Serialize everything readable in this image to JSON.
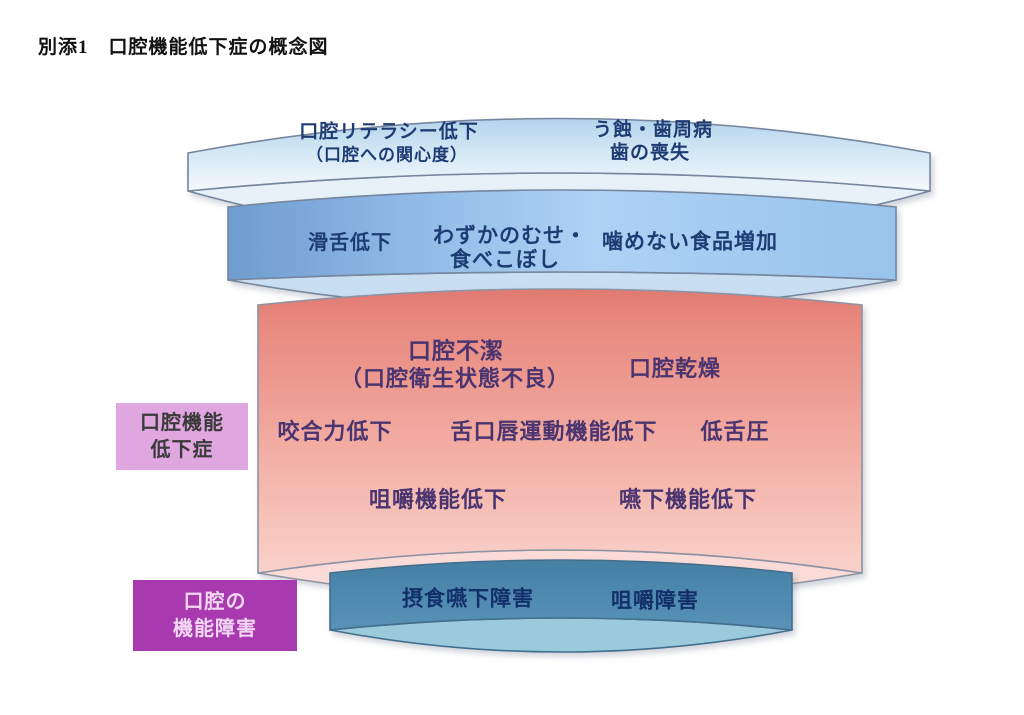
{
  "title": "別添1　口腔機能低下症の概念図",
  "colors": {
    "tier_top_fill": "#cfe4f4",
    "tier_signs_fill": "#8fb9e6",
    "tier_hypofunction_fill": "#ef9d94",
    "tier_disorder_fill": "#4f8bb0",
    "label_hypofunction_bg": "#dfa6e0",
    "label_dysfunction_bg": "#a839ae",
    "text_blue": "#1e3c74",
    "text_purple": "#4a3470",
    "text_dark_navy": "#132f6a"
  },
  "funnel": {
    "tier_top": {
      "literacy_line1": "口腔リテラシー低下",
      "literacy_line2": "（口腔への関心度）",
      "caries_line1": "う蝕・歯周病",
      "caries_line2": "歯の喪失"
    },
    "tier_signs": {
      "articulation": "滑舌低下",
      "choking_line1": "わずかのむせ・",
      "choking_line2": "食べこぼし",
      "unchewable": "噛めない食品増加"
    },
    "tier_hypofunction": {
      "uncleanliness_line1": "口腔不潔",
      "uncleanliness_line2": "（口腔衛生状態不良）",
      "dryness": "口腔乾燥",
      "bite_force": "咬合力低下",
      "tongue_lip": "舌口唇運動機能低下",
      "tongue_pressure": "低舌圧",
      "mastication": "咀嚼機能低下",
      "swallowing": "嚥下機能低下"
    },
    "tier_disorder": {
      "dysphagia": "摂食嚥下障害",
      "mastication_disorder": "咀嚼障害"
    }
  },
  "side_labels": {
    "hypofunction": {
      "line1": "口腔機能",
      "line2": "低下症"
    },
    "dysfunction": {
      "line1": "口腔の",
      "line2": "機能障害"
    }
  }
}
